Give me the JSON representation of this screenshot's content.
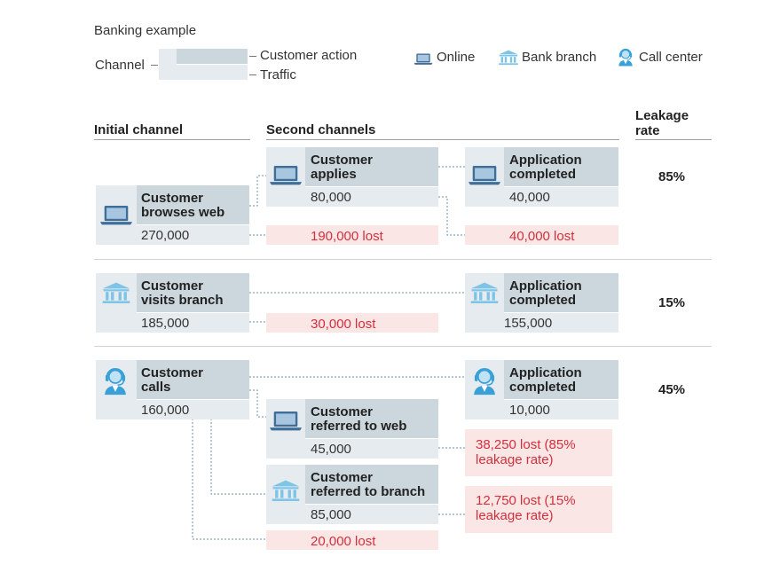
{
  "header": {
    "example": "Banking example"
  },
  "legend": {
    "channel": "Channel",
    "customer_action": "Customer action",
    "traffic": "Traffic",
    "online": "Online",
    "bank_branch": "Bank branch",
    "call_center": "Call center"
  },
  "columns": {
    "initial": "Initial channel",
    "second": "Second channels",
    "leakage": "Leakage\nrate"
  },
  "rows": [
    {
      "initial": {
        "icon": "laptop-icon",
        "action": "Customer\nbrowses web",
        "traffic": "270,000"
      },
      "second": {
        "icon": "laptop-icon",
        "action": "Customer\napplies",
        "traffic": "80,000",
        "lost": "190,000 lost"
      },
      "final": {
        "icon": "laptop-icon",
        "action": "Application\ncompleted",
        "traffic": "40,000",
        "lost": "40,000 lost"
      },
      "leakage_rate": "85%"
    },
    {
      "initial": {
        "icon": "bank-icon",
        "action": "Customer\nvisits branch",
        "traffic": "185,000"
      },
      "second": {
        "lost": "30,000 lost"
      },
      "final": {
        "icon": "bank-icon",
        "action": "Application\ncompleted",
        "traffic": "155,000"
      },
      "leakage_rate": "15%"
    },
    {
      "initial": {
        "icon": "headset-icon",
        "action": "Customer\ncalls",
        "traffic": "160,000"
      },
      "referred_web": {
        "icon": "laptop-icon",
        "action": "Customer\nreferred to web",
        "traffic": "45,000",
        "lost": "38,250 lost (85%\nleakage rate)"
      },
      "referred_branch": {
        "icon": "bank-icon",
        "action": "Customer\nreferred to branch",
        "traffic": "85,000",
        "lost": "12,750 lost (15%\nleakage rate)"
      },
      "unreferred_lost": "20,000 lost",
      "final": {
        "icon": "headset-icon",
        "action": "Application\ncompleted",
        "traffic": "10,000"
      },
      "leakage_rate": "45%"
    }
  ],
  "colors": {
    "action_box": "#ccd6dd",
    "traffic_box": "#e6ebef",
    "lost_box": "#fbe6e6",
    "lost_text": "#d32f3c",
    "icon_online": "#3f6f99",
    "icon_branch": "#7ec4e6",
    "icon_call": "#3aa0d8",
    "connector": "#6a8fb0"
  }
}
